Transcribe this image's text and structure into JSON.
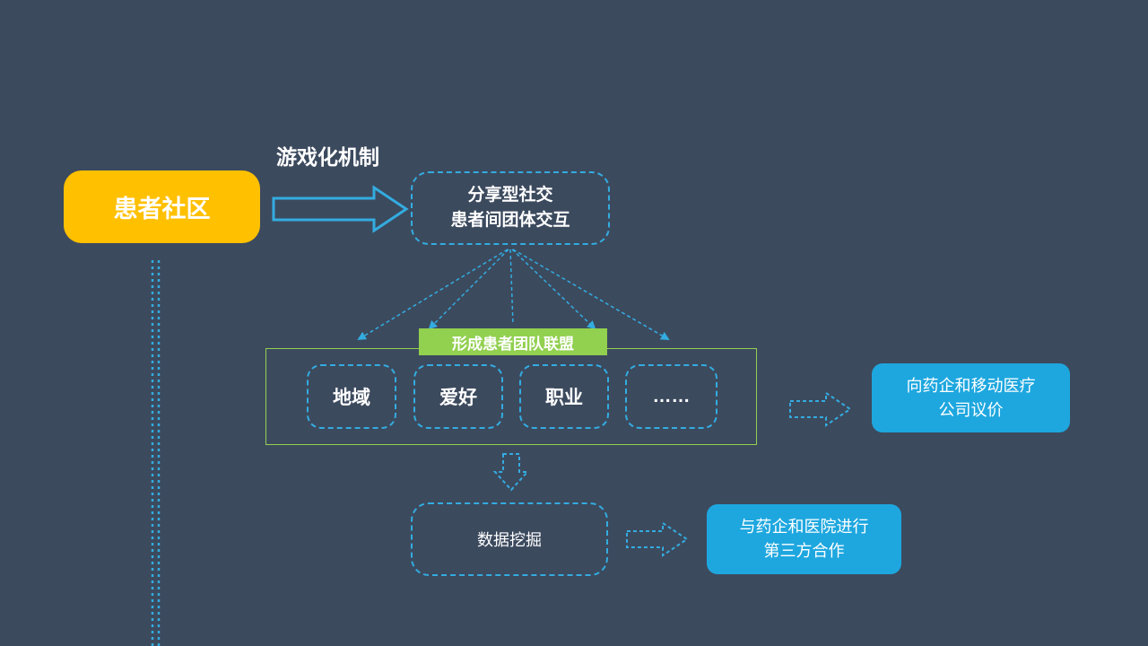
{
  "colors": {
    "background": "#3C4A5E",
    "accent_blue": "#33ACE0",
    "solid_blue": "#1EA7DF",
    "yellow": "#FFC000",
    "green": "#92D050",
    "text": "#FFFFFF"
  },
  "nodes": {
    "patient_community": {
      "label": "患者社区"
    },
    "gamification": {
      "label": "游戏化机制"
    },
    "sharing": {
      "line1": "分享型社交",
      "line2": "患者间团体交互"
    },
    "alliance": {
      "label": "形成患者团队联盟"
    },
    "groups": {
      "items": [
        {
          "label": "地域"
        },
        {
          "label": "爱好"
        },
        {
          "label": "职业"
        },
        {
          "label": "……"
        }
      ]
    },
    "pricing": {
      "line1": "向药企和移动医疗",
      "line2": "公司议价"
    },
    "data_mining": {
      "label": "数据挖掘"
    },
    "cooperation": {
      "line1": "与药企和医院进行",
      "line2": "第三方合作"
    }
  }
}
